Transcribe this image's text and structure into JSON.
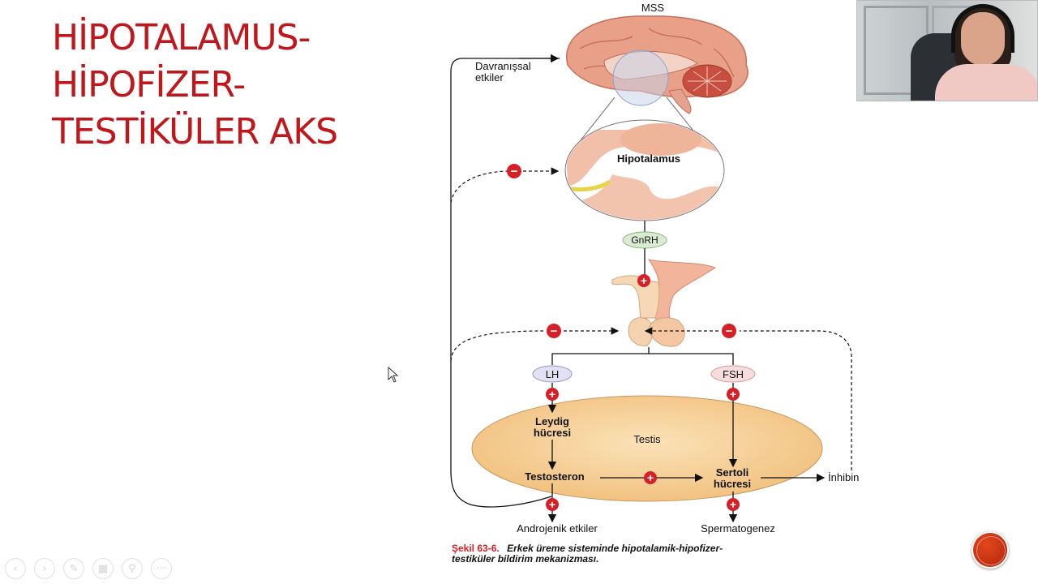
{
  "slide": {
    "title_lines": [
      "HİPOTALAMUS-",
      "HİPOFİZER-",
      "TESTİKÜLER AKS"
    ]
  },
  "diagram": {
    "mss": "MSS",
    "davranissal_1": "Davranışsal",
    "davranissal_2": "etkiler",
    "hipotalamus": "Hipotalamus",
    "gnrh": "GnRH",
    "lh": "LH",
    "fsh": "FSH",
    "leydig_1": "Leydig",
    "leydig_2": "hücresi",
    "testis": "Testis",
    "testosteron": "Testosteron",
    "sertoli_1": "Sertoli",
    "sertoli_2": "hücresi",
    "inhibin": "İnhibin",
    "androjenik": "Androjenik etkiler",
    "spermatogenez": "Spermatogenez",
    "caption_label": "Şekil 63-6.",
    "caption_text_1": "Erkek üreme sisteminde hipotalamik-hipofizer-",
    "caption_text_2": "testiküler bildirim mekanizması.",
    "plus": "+",
    "minus": "−"
  },
  "nav": {
    "prev": "‹",
    "next": "›",
    "pen": "✎",
    "slides": "▦",
    "zoom": "⚲",
    "more": "···"
  },
  "colors": {
    "title": "#c0171c",
    "testis_fill": "#f6cf97",
    "plus_circle": "#d71f26",
    "gnrh_fill": "#d9ecd2",
    "lh_fill": "#e2e1f3",
    "fsh_fill": "#f6dcdc",
    "caption_label": "#d71f26"
  }
}
